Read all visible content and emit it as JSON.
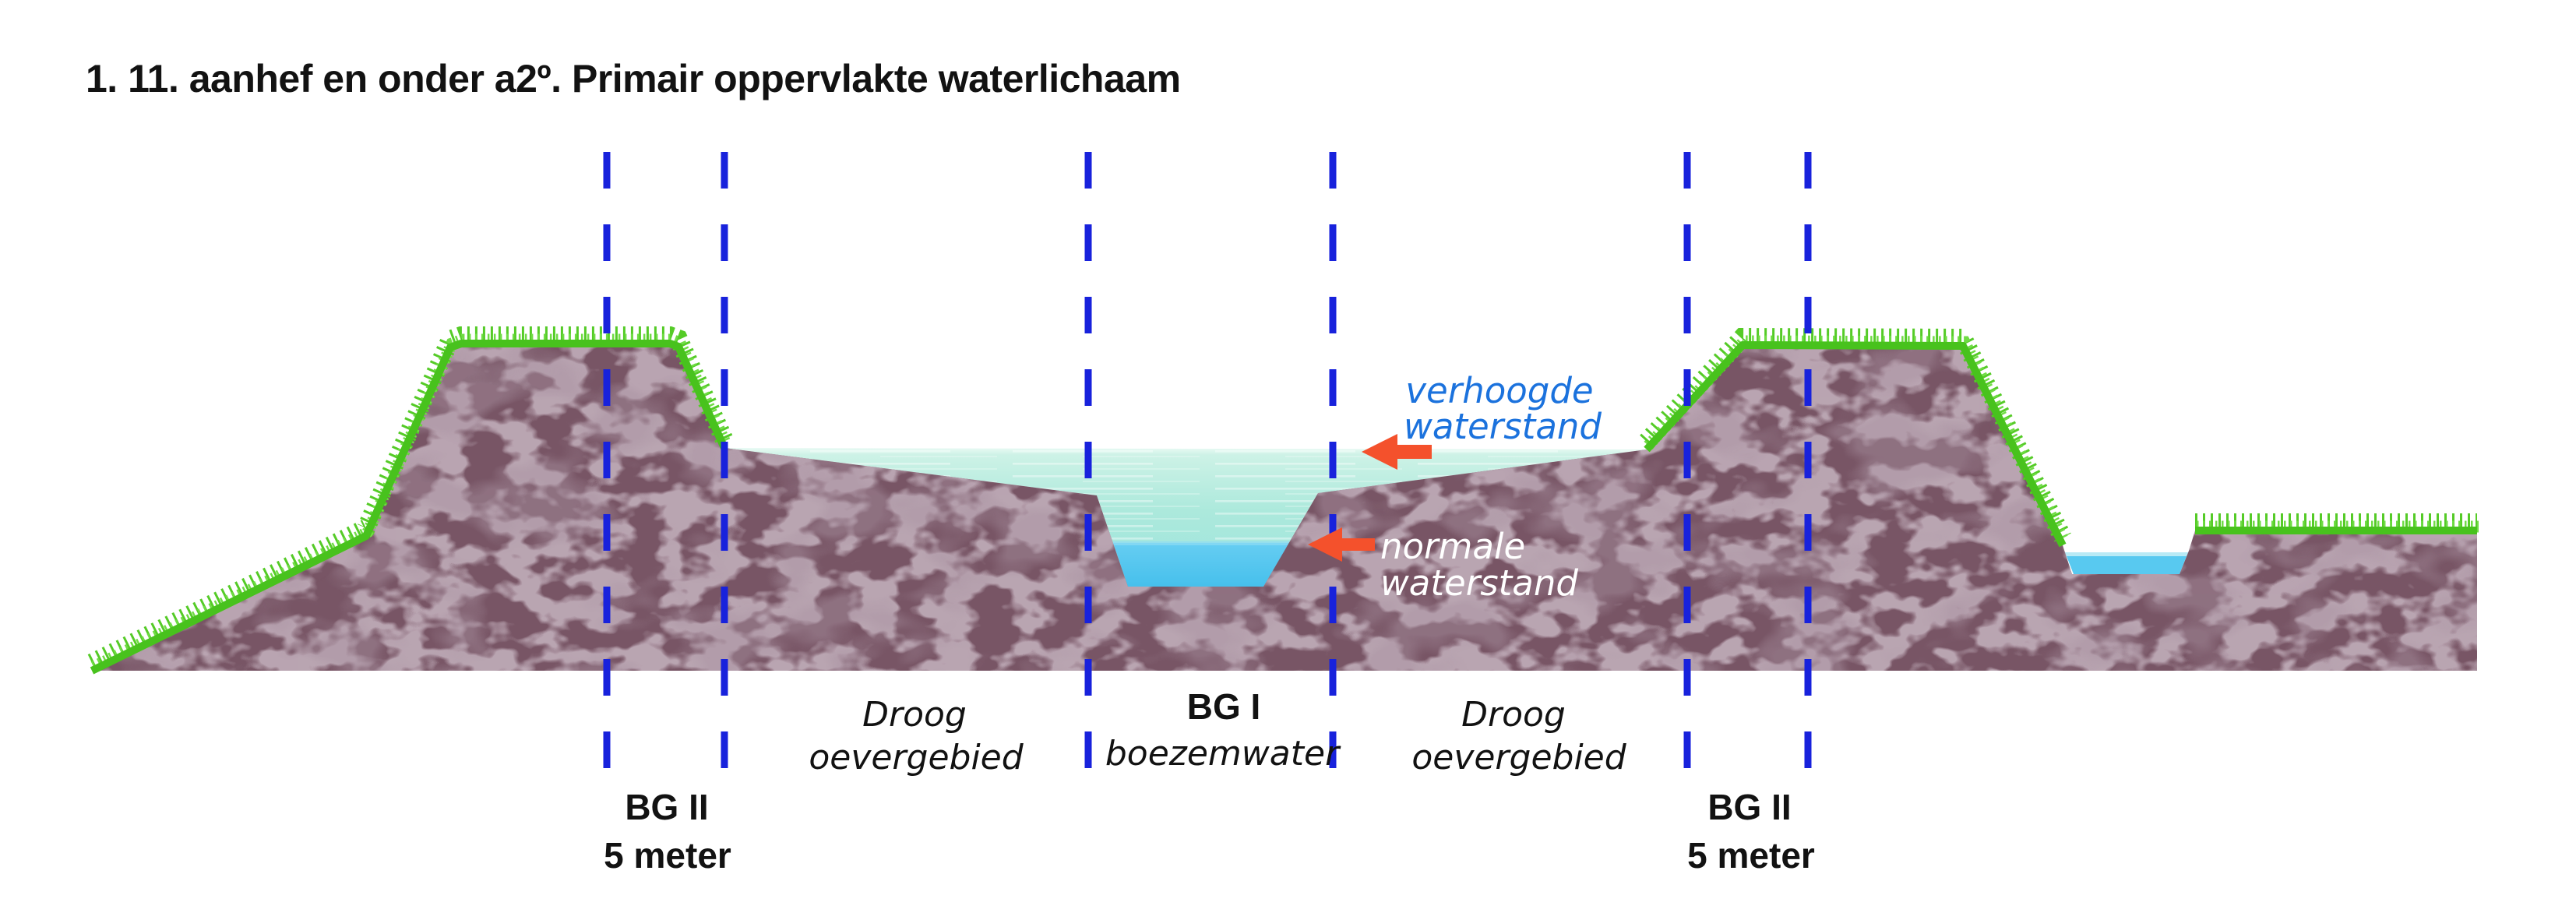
{
  "title": "1. 11. aanhef en onder a2º. Primair oppervlakte waterlichaam",
  "diagram": {
    "zones": {
      "bg2_left": {
        "name": "BG II",
        "width": "5 meter"
      },
      "droog_left": {
        "line1": "Droog",
        "line2": "oevergebied"
      },
      "bg1": {
        "name": "BG I",
        "subtitle": "boezemwater"
      },
      "droog_right": {
        "line1": "Droog",
        "line2": "oevergebied"
      },
      "bg2_right": {
        "name": "BG II",
        "width": "5 meter"
      }
    },
    "annotations": {
      "verhoogde": {
        "line1": "verhoogde",
        "line2": "waterstand"
      },
      "normale": {
        "line1": "normale",
        "line2": "waterstand"
      }
    }
  },
  "colors": {
    "background": "#ffffff",
    "text_dark": "#121212",
    "dash_blue": "#1822dc",
    "label_blue": "#1b72dd",
    "arrow_orange": "#f4512c",
    "soil": "#785565",
    "soil_speckle": "#8f7385",
    "grass": "#48c21d",
    "water_surface": "#b9ecdf",
    "water_normal": "#5cc9f1"
  }
}
